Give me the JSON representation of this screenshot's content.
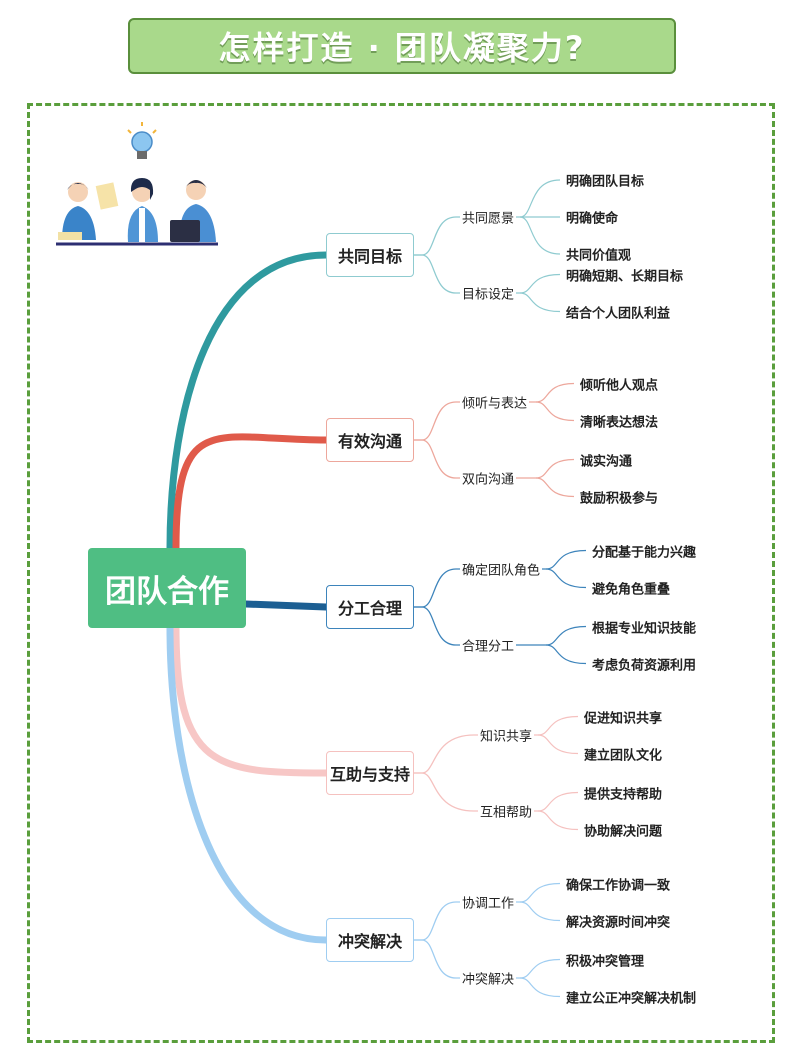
{
  "title": "怎样打造 · 团队凝聚力?",
  "central": "团队合作",
  "branches": [
    {
      "label": "共同目标",
      "color": "#2f9a9f",
      "light": "#8fcbd0",
      "children": [
        {
          "label": "共同愿景",
          "leaves": [
            "明确团队目标",
            "明确使命",
            "共同价值观"
          ]
        },
        {
          "label": "目标设定",
          "leaves": [
            "明确短期、长期目标",
            "结合个人团队利益"
          ]
        }
      ]
    },
    {
      "label": "有效沟通",
      "color": "#e05a4a",
      "light": "#eda79c",
      "children": [
        {
          "label": "倾听与表达",
          "leaves": [
            "倾听他人观点",
            "清晰表达想法"
          ]
        },
        {
          "label": "双向沟通",
          "leaves": [
            "诚实沟通",
            "鼓励积极参与"
          ]
        }
      ]
    },
    {
      "label": "分工合理",
      "color": "#1c5f93",
      "light": "#3d84bb",
      "children": [
        {
          "label": "确定团队角色",
          "leaves": [
            "分配基于能力兴趣",
            "避免角色重叠"
          ]
        },
        {
          "label": "合理分工",
          "leaves": [
            "根据专业知识技能",
            "考虑负荷资源利用"
          ]
        }
      ]
    },
    {
      "label": "互助与支持",
      "color": "#f7c7c6",
      "light": "#f5c1bf",
      "children": [
        {
          "label": "知识共享",
          "leaves": [
            "促进知识共享",
            "建立团队文化"
          ]
        },
        {
          "label": "互相帮助",
          "leaves": [
            "提供支持帮助",
            "协助解决问题"
          ]
        }
      ]
    },
    {
      "label": "冲突解决",
      "color": "#9fcdf1",
      "light": "#9fcdf1",
      "children": [
        {
          "label": "协调工作",
          "leaves": [
            "确保工作协调一致",
            "解决资源时间冲突"
          ]
        },
        {
          "label": "冲突解决",
          "leaves": [
            "积极冲突管理",
            "建立公正冲突解决机制"
          ]
        }
      ]
    }
  ]
}
